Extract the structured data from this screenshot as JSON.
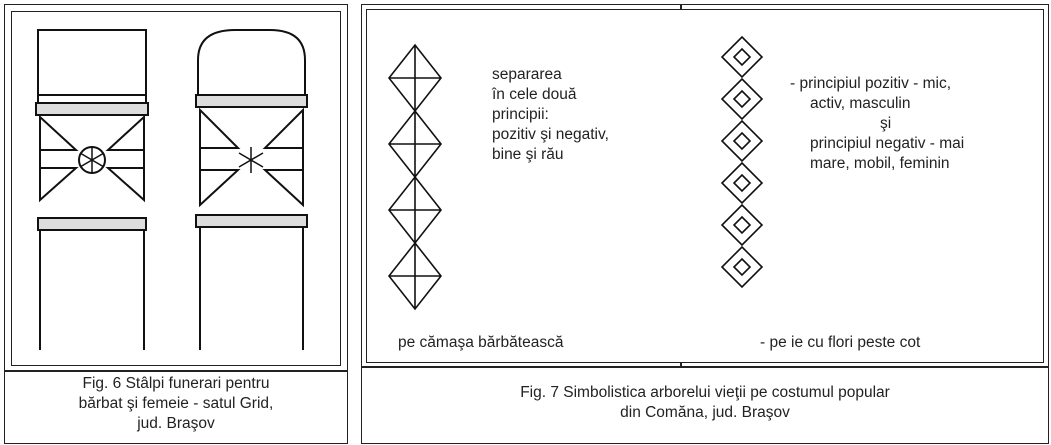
{
  "left_figure": {
    "caption": [
      "Fig. 6 Stâlpi funerari pentru",
      "bărbat şi femeie - satul Grid,",
      "jud. Braşov"
    ]
  },
  "right_figure": {
    "left_panel": {
      "description": [
        "separarea",
        "în cele două",
        "principii:",
        "pozitiv şi negativ,",
        "bine şi rău"
      ],
      "footer": "pe cămaşa bărbătească"
    },
    "right_panel": {
      "description": [
        "- principiul pozitiv - mic,",
        "activ, masculin",
        "şi",
        "principiul negativ - mai",
        "mare, mobil, feminin"
      ],
      "footer": "- pe ie cu flori peste cot"
    },
    "caption": [
      "Fig. 7 Simbolistica arborelui vieţii pe costumul popular",
      "din Comăna, jud. Braşov"
    ]
  }
}
